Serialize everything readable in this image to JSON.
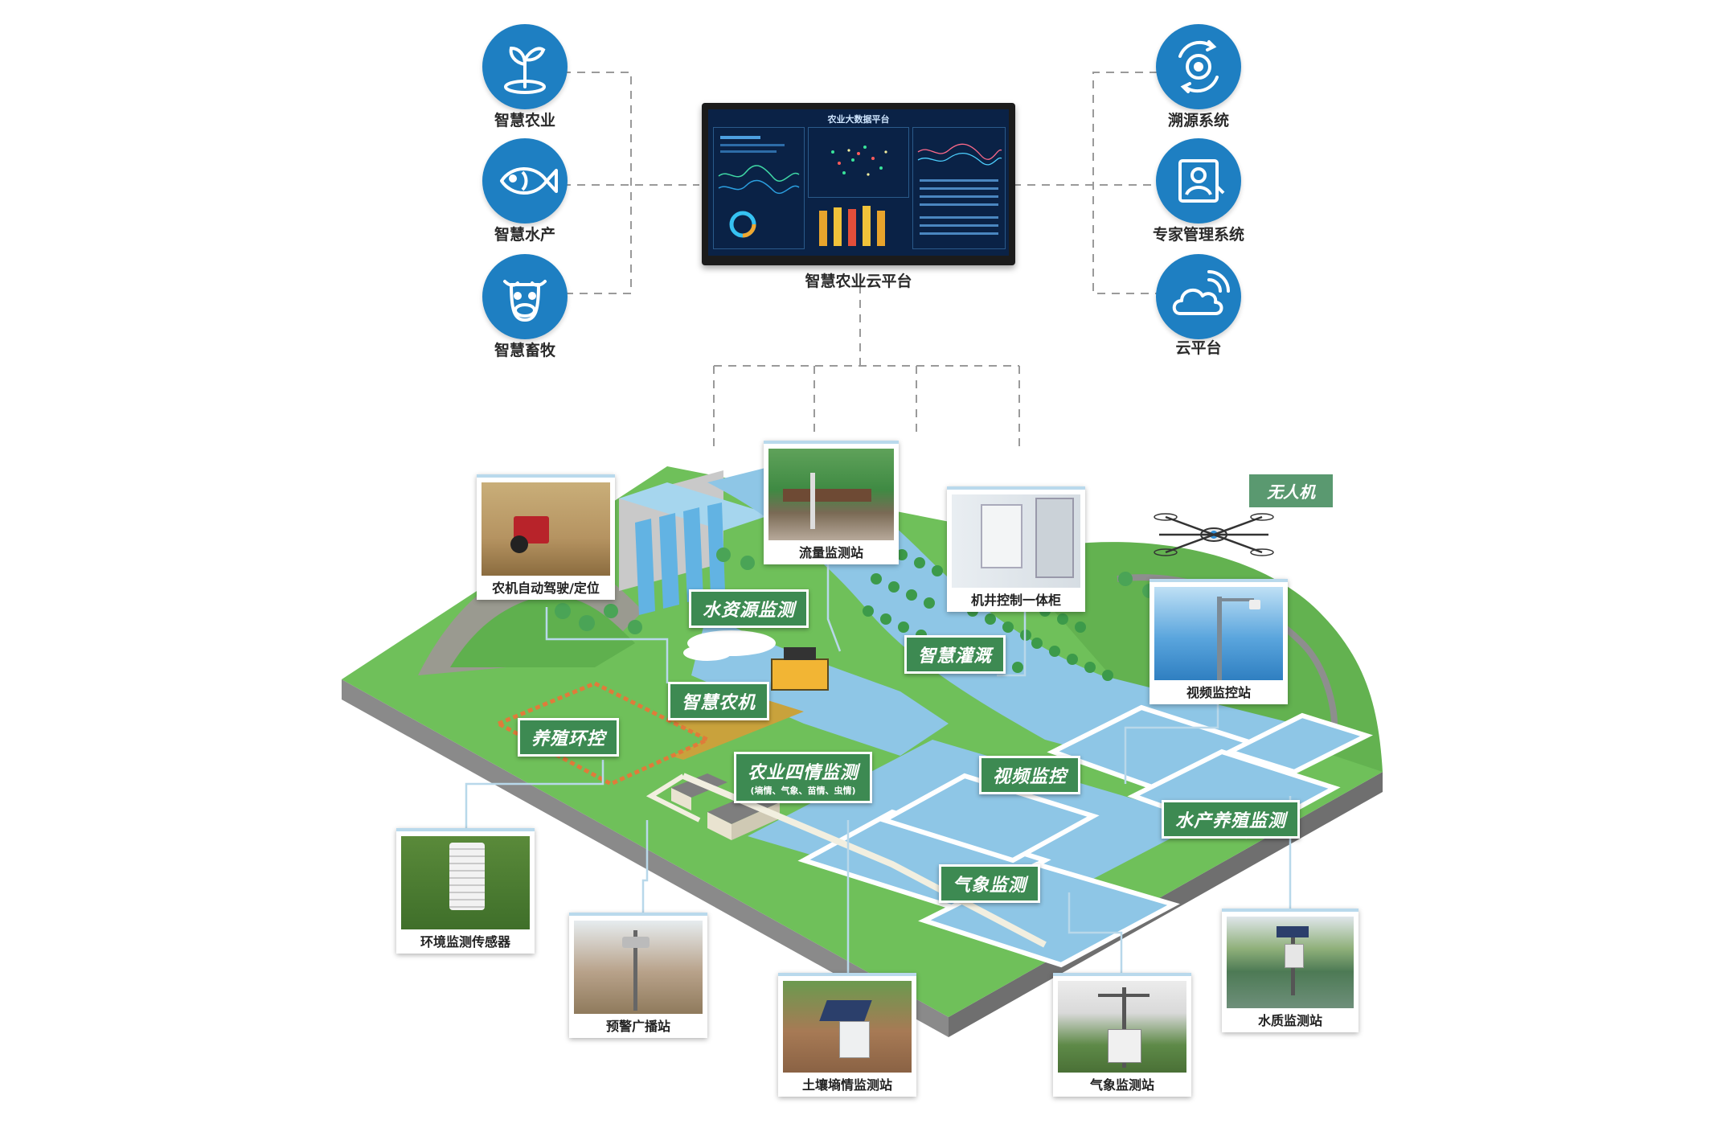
{
  "platform": {
    "screen_title": "农业大数据平台",
    "label": "智慧农业云平台"
  },
  "left_icons": [
    {
      "label": "智慧农业",
      "icon": "sprout-icon"
    },
    {
      "label": "智慧水产",
      "icon": "fish-icon"
    },
    {
      "label": "智慧畜牧",
      "icon": "cow-icon"
    }
  ],
  "right_icons": [
    {
      "label": "溯源系统",
      "icon": "trace-target-icon"
    },
    {
      "label": "专家管理系统",
      "icon": "expert-profile-icon"
    },
    {
      "label": "云平台",
      "icon": "cloud-signal-icon"
    }
  ],
  "tags": {
    "water": "水资源监测",
    "irrigation": "智慧灌溉",
    "machinery": "智慧农机",
    "breeding": "养殖环控",
    "four_conditions": "农业四情监测",
    "four_conditions_sub": "(墒情、气象、苗情、虫情)",
    "video": "视频监控",
    "aquaculture": "水产养殖监测",
    "weather": "气象监测",
    "drone": "无人机"
  },
  "photos": {
    "tractor": "农机自动驾驶/定位",
    "flow": "流量监测站",
    "well": "机井控制一体柜",
    "video_station": "视频监控站",
    "env_sensor": "环境监测传感器",
    "alarm": "预警广播站",
    "soil": "土壤墒情监测站",
    "weather_station": "气象监测站",
    "water_quality": "水质监测站"
  },
  "colors": {
    "icon_blue": "#1e7fc2",
    "tag_green": "#3d8a52",
    "ground_green": "#6fc05a",
    "water_blue": "#8ec6e6"
  }
}
